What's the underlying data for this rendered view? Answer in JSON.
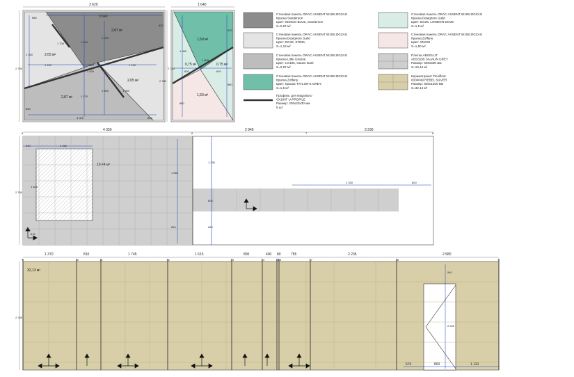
{
  "colors": {
    "indigo": "#8c8c8c",
    "steel": "#e4e4e4",
    "dark_grey": "#bdbdbd",
    "taylors_grey": "#6fbfa9",
    "london_dove": "#d9ece6",
    "snow": "#f6e7e7",
    "tile_grey": "#cfcfcf",
    "rebel_silver": "#d8cfa9"
  },
  "elev1": {
    "dims": {
      "top_total": "3 620",
      "top_inner": "3 640",
      "left_h": "2 200",
      "left_outer": "2 780",
      "right_h": "2 780",
      "seg_580": "580",
      "seg_1490": "1 490",
      "seg_820": "820",
      "seg_1150": "1 150",
      "seg_1920": "1 920",
      "seg_1270": "1 270",
      "seg_1810": "1 810",
      "seg_1290": "1 290",
      "seg_1800": "1 800",
      "seg_620": "620",
      "seg_1700": "1 700",
      "seg_1950": "1 950",
      "seg_3000": "3 000",
      "seg_820b": "820",
      "seg_860": "860"
    },
    "areas": {
      "a_top": "2,87 м²",
      "a_left": "2,05 м²",
      "a_right": "2,05 м²",
      "a_bottom": "2,87 м²"
    }
  },
  "elev2": {
    "dims": {
      "top": "1 640",
      "left": "2 780",
      "d_1080": "1 080",
      "d_920": "920",
      "d_880": "880",
      "d_880b": "880",
      "d_620": "620",
      "d_620b": "620",
      "d_1800": "1 800"
    },
    "areas": {
      "a_teal": "1,50 м²",
      "a_left": "0,75 м²",
      "a_right": "0,75 м²",
      "a_pink": "1,50 м²"
    }
  },
  "legend": [
    {
      "swatch": "indigo",
      "lines": [
        "Стеновая панель ORAC AXXENT W108 ZIGZAG",
        "Краска Sanderson",
        "Цвет: INDIGO BLUE, Sanderson",
        "S=2,87 м²"
      ]
    },
    {
      "swatch": "steel",
      "lines": [
        "Стеновая панель ORAC AXXENT W108 ZIGZAG",
        "Краска Designers Guild",
        "Цвет: DG34, STEEL",
        "S=1,16 м²"
      ]
    },
    {
      "swatch": "dark_grey",
      "lines": [
        "Стеновая панель ORAC AXXENT W108 ZIGZAG",
        "Краска Little Greene",
        "Цвет: LG186, Gauze Dark",
        "S=2,87 м²"
      ]
    },
    {
      "swatch": "taylors_grey",
      "lines": [
        "Стеновая панель ORAC AXXENT W108 ZIGZAG",
        "Краска Zoffany",
        "Цвет: Краска TAYLOR'S GREY,",
        "S=1,5 м²"
      ]
    },
    {
      "swatch": "london_dove",
      "lines": [
        "Стеновая панель ORAC AXXENT W108 ZIGZAG",
        "Краска Designers Guild",
        "Цвет: DG26, LONDON DOVE",
        "S=1,5 м²"
      ]
    },
    {
      "swatch": "snow",
      "lines": [
        "Стеновая панель ORAC AXXENT W108 ZIGZAG",
        "Краска Zoffany",
        "Цвет: SNOW",
        "S=1,50 м²"
      ]
    },
    {
      "swatch": "tile_grey",
      "lines": [
        "Плитка ABSOLUT",
        "ABS3195 SAJAUN GREY",
        "Размер: 600х600 мм",
        "S=10,44 м²"
      ]
    },
    {
      "swatch": "rebel_silver",
      "lines": [
        "Керамогранит Flexifloor",
        "0004049 REBEL SILVER",
        "Размер: 600х1200 мм",
        "S=32,13 м²"
      ]
    }
  ],
  "profile": {
    "lines": [
      "Профиль для кедрового",
      "СХ100Г U-PROFILE",
      "Размер: 200х20х30 мм",
      "5 шт"
    ]
  },
  "elev3": {
    "top_dims": [
      "4 350",
      "2 945",
      "3 230"
    ],
    "axes": [
      "5",
      "6",
      "7",
      "8"
    ],
    "left_h": "2 780",
    "d_340": "340",
    "d_1450": "1 450",
    "d_1625": "1 625",
    "d_815": "815",
    "d_1560": "1 560",
    "d_1330": "1 330",
    "d_800": "800",
    "d_650": "650",
    "d_650b": "650",
    "d_2330": "2 330",
    "d_800b": "800",
    "area": "10,44 м²"
  },
  "elev4": {
    "top_dims": [
      "1 370",
      "810",
      "1 745",
      "1 615",
      "800",
      "400",
      "80",
      "755",
      "2 235",
      "2 580"
    ],
    "axes": [
      "9",
      "10",
      "11",
      "12",
      "13",
      "14",
      "15",
      "16",
      "17",
      "18",
      "9"
    ],
    "left_h": "2 780",
    "d_540": "540",
    "d_2200": "2 200",
    "area": "32,13 м²",
    "bottom_dims": [
      "670",
      "800",
      "1 110"
    ]
  }
}
